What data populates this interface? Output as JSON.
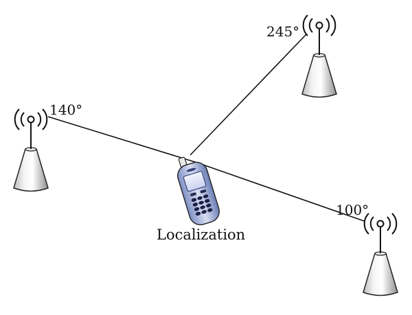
{
  "diagram": {
    "caption": "Localization",
    "stations": [
      {
        "id": "left",
        "angle_label": "140°"
      },
      {
        "id": "top-right",
        "angle_label": "245°"
      },
      {
        "id": "bottom-right",
        "angle_label": "100°"
      }
    ]
  }
}
